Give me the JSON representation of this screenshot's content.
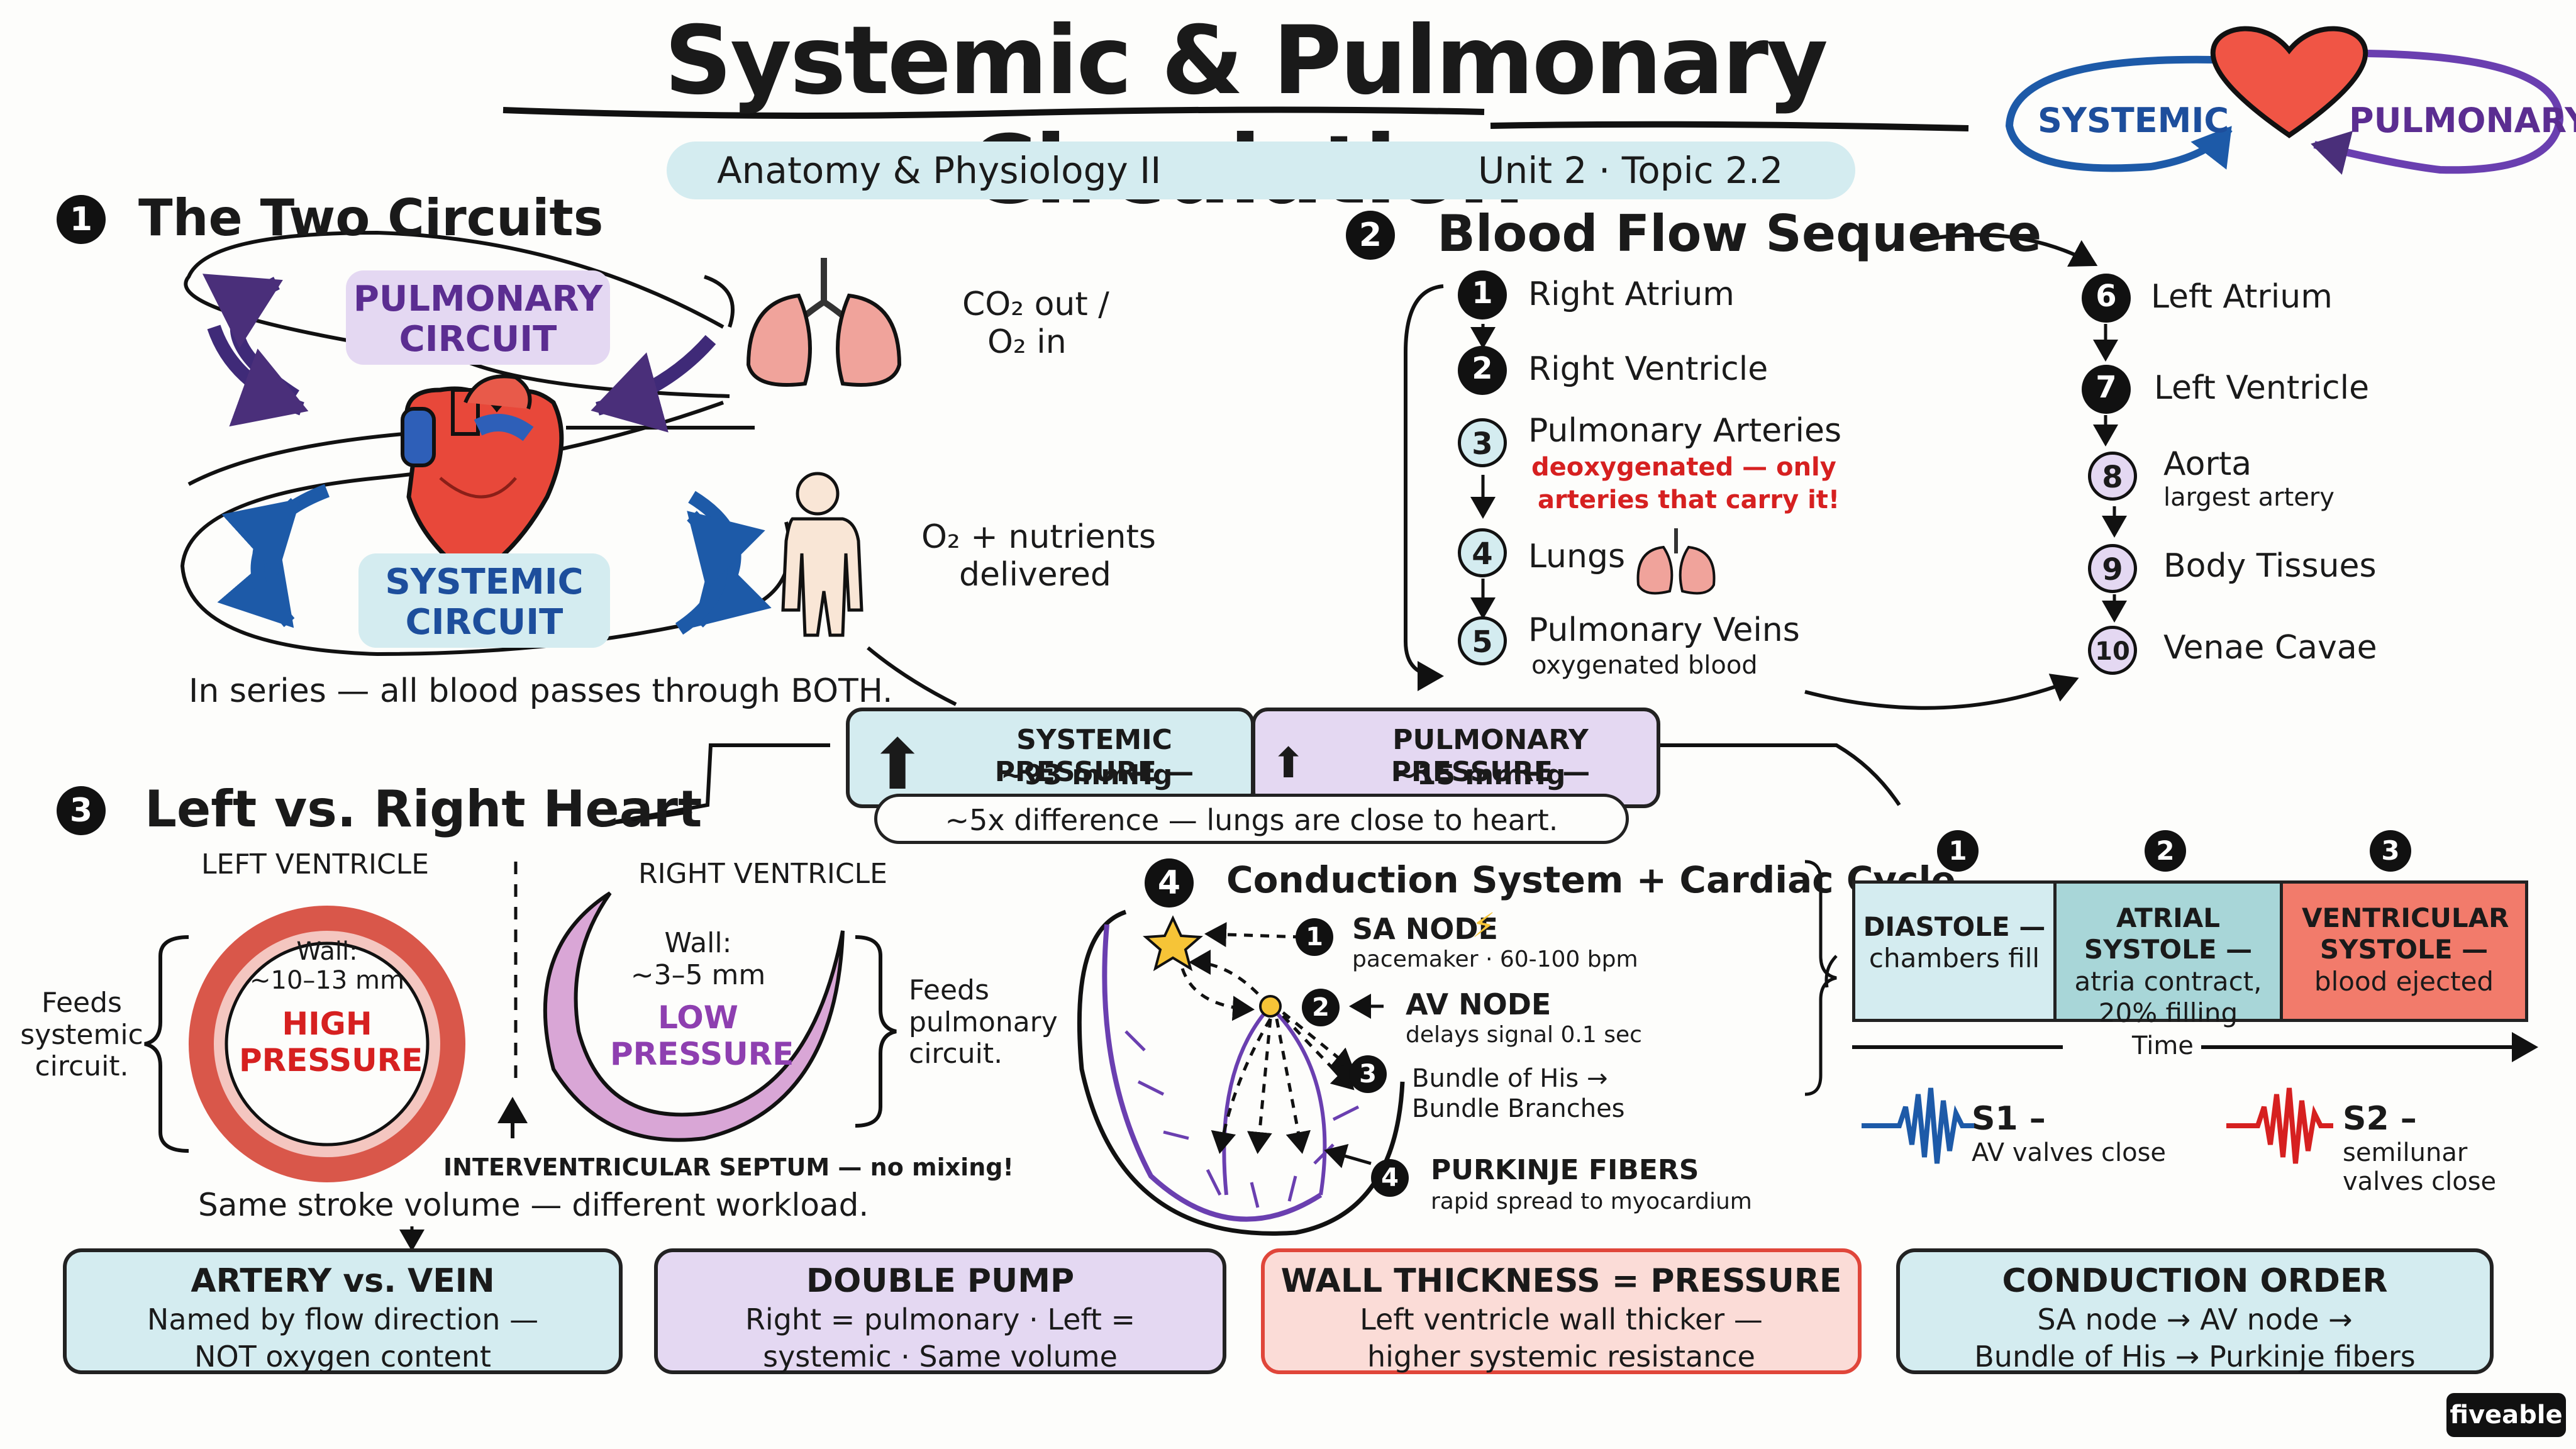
{
  "header": {
    "title": "Systemic & Pulmonary Circulation",
    "course": "Anatomy & Physiology II",
    "unit": "Unit 2 · Topic 2.2",
    "badge_left": "SYSTEMIC",
    "badge_right": "PULMONARY"
  },
  "section1": {
    "number": "1",
    "title": "The Two Circuits",
    "pulmonary_label": [
      "PULMONARY",
      "CIRCUIT"
    ],
    "systemic_label": [
      "SYSTEMIC",
      "CIRCUIT"
    ],
    "lungs_note": [
      "CO₂ out /",
      "O₂ in"
    ],
    "body_note": [
      "O₂ + nutrients",
      "delivered"
    ],
    "caption": "In series — all blood passes through BOTH."
  },
  "section2": {
    "number": "2",
    "title": "Blood Flow Sequence",
    "steps": [
      {
        "n": "1",
        "label": "Right Atrium",
        "sub": ""
      },
      {
        "n": "2",
        "label": "Right Ventricle",
        "sub": ""
      },
      {
        "n": "3",
        "label": "Pulmonary Arteries",
        "sub": "deoxygenated — only",
        "sub2": "arteries that carry it!"
      },
      {
        "n": "4",
        "label": "Lungs",
        "sub": ""
      },
      {
        "n": "5",
        "label": "Pulmonary Veins",
        "sub": "oxygenated blood"
      },
      {
        "n": "6",
        "label": "Left Atrium",
        "sub": ""
      },
      {
        "n": "7",
        "label": "Left Ventricle",
        "sub": ""
      },
      {
        "n": "8",
        "label": "Aorta",
        "sub": "largest artery"
      },
      {
        "n": "9",
        "label": "Body Tissues",
        "sub": ""
      },
      {
        "n": "10",
        "label": "Venae Cavae",
        "sub": ""
      }
    ]
  },
  "pressure": {
    "systemic": [
      "SYSTEMIC PRESSURE —",
      "~93 mmHg"
    ],
    "pulmonary": [
      "PULMONARY PRESSURE —",
      "~15 mmHg"
    ],
    "note": "~5x difference — lungs are close to heart."
  },
  "section3": {
    "number": "3",
    "title": "Left vs. Right Heart",
    "lv_title": "LEFT VENTRICLE",
    "rv_title": "RIGHT VENTRICLE",
    "lv_wall": [
      "Wall:",
      "~10–13 mm"
    ],
    "lv_pressure": [
      "HIGH",
      "PRESSURE"
    ],
    "rv_wall": [
      "Wall:",
      "~3–5 mm"
    ],
    "rv_pressure": [
      "LOW",
      "PRESSURE"
    ],
    "left_feed": [
      "Feeds",
      "systemic",
      "circuit."
    ],
    "right_feed": [
      "Feeds",
      "pulmonary",
      "circuit."
    ],
    "septum": "INTERVENTRICULAR SEPTUM — no mixing!",
    "caption": "Same stroke volume — different workload."
  },
  "section4": {
    "number": "4",
    "title": "Conduction System + Cardiac Cycle",
    "nodes": [
      {
        "n": "1",
        "label": "SA NODE",
        "sub": "pacemaker · 60-100 bpm"
      },
      {
        "n": "2",
        "label": "AV NODE",
        "sub": "delays signal 0.1 sec"
      },
      {
        "n": "3",
        "label": "Bundle of His →",
        "sub": "Bundle Branches"
      },
      {
        "n": "4",
        "label": "PURKINJE FIBERS",
        "sub": "rapid spread to myocardium"
      }
    ],
    "phases": [
      {
        "n": "1",
        "title": "DIASTOLE —",
        "sub": "chambers fill"
      },
      {
        "n": "2",
        "title": "ATRIAL SYSTOLE —",
        "sub": "atria contract, 20% filling"
      },
      {
        "n": "3",
        "title": "VENTRICULAR SYSTOLE —",
        "sub": "blood ejected"
      }
    ],
    "time_label": "Time",
    "s1": [
      "S1 –",
      "AV valves close"
    ],
    "s2": [
      "S2 –",
      "semilunar",
      "valves close"
    ]
  },
  "summary": [
    {
      "title": "ARTERY vs. VEIN",
      "line1": "Named by flow direction —",
      "line2": "NOT oxygen content"
    },
    {
      "title": "DOUBLE PUMP",
      "line1": "Right = pulmonary · Left =",
      "line2": "systemic · Same volume"
    },
    {
      "title": "WALL THICKNESS = PRESSURE",
      "line1": "Left ventricle wall thicker —",
      "line2": "higher systemic resistance"
    },
    {
      "title": "CONDUCTION ORDER",
      "line1": "SA node → AV node →",
      "line2": "Bundle of His → Purkinje fibers"
    }
  ],
  "brand": "fiveable",
  "colors": {
    "teal": "#d4ecf0",
    "lavender": "#e4d8f2",
    "salmon": "#f27b6b",
    "blue": "#1d4e9c",
    "purple": "#5b2d91",
    "red": "#d62020"
  }
}
